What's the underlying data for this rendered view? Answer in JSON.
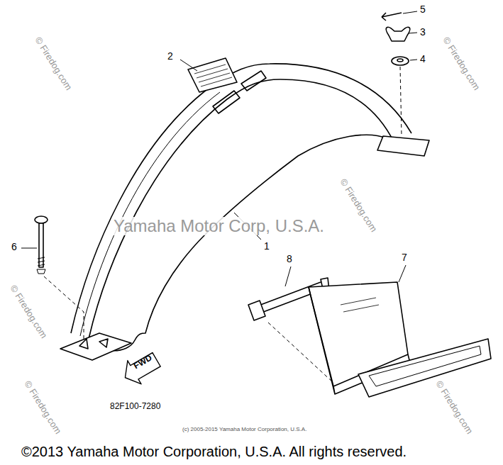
{
  "diagram": {
    "nodes": [
      {
        "text": [
          "FWD"
        ]
      }
    ],
    "labels": [
      "1",
      "2",
      "3",
      "4",
      "5",
      "6",
      "7",
      "8",
      "82F100-7280",
      "Yamaha Motor Corp, U.S.A.",
      "(c) 2005-2015 Yamaha Motor Corporation, U.S.A.",
      "©2013 Yamaha Motor Corporation, U.S.A. All rights reserved.",
      "© Firedog.com",
      "© Firedog.com",
      "© Firedog.com",
      "© Firedog.com",
      "© Firedog.com",
      "© Firedog.com"
    ]
  }
}
